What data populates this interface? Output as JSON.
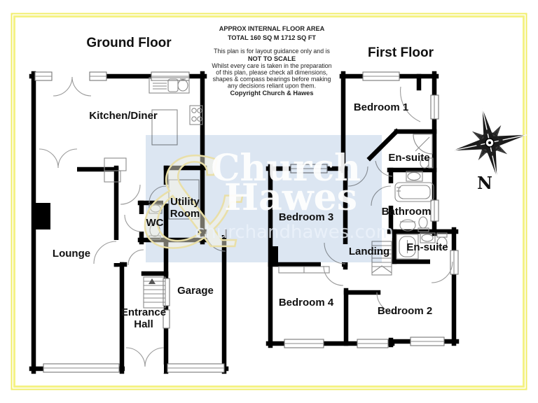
{
  "header": {
    "line1": "APPROX INTERNAL FLOOR AREA",
    "line2": "TOTAL 160 SQ M 1712 SQ FT",
    "disclaimer": [
      "This plan is for layout guidance only and is",
      "NOT TO SCALE",
      "Whilst every care is taken in the preparation",
      "of this plan, please check all dimensions,",
      "shapes & compass bearings before making",
      "any decisions reliant upon them.",
      "Copyright Church & Hawes"
    ]
  },
  "ground_floor": {
    "title": "Ground Floor",
    "rooms": {
      "kitchen_diner": "Kitchen/Diner",
      "lounge": "Lounge",
      "utility_room": [
        "Utility",
        "Room"
      ],
      "wc": "WC",
      "entrance_hall": [
        "Entrance",
        "Hall"
      ],
      "garage": "Garage"
    }
  },
  "first_floor": {
    "title": "First Floor",
    "rooms": {
      "bedroom1": "Bedroom 1",
      "ensuite1": "En-suite",
      "bedroom3": "Bedroom 3",
      "bathroom": "Bathroom",
      "landing": "Landing",
      "ensuite2": "En-suite",
      "bedroom4": "Bedroom 4",
      "bedroom2": "Bedroom 2"
    }
  },
  "watermark": {
    "brand_line1": "Church",
    "brand_line2": "Hawes",
    "ampersand": "&",
    "website": "churchandhawes.com"
  },
  "compass": {
    "north_label": "N"
  },
  "colors": {
    "wall": "#000000",
    "page_border_yellow": "#f3ef79",
    "watermark_panel_blue": "#dce6f2",
    "watermark_gold": "#e9dfa8"
  }
}
